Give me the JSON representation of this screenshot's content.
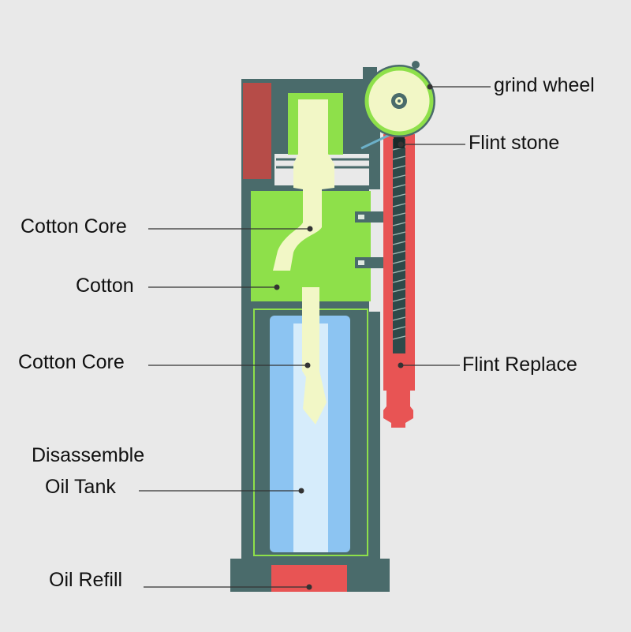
{
  "labels": {
    "grind_wheel": "grind wheel",
    "flint_stone": "Flint stone",
    "cotton_core_top": "Cotton Core",
    "cotton": "Cotton",
    "cotton_core_bottom": "Cotton Core",
    "flint_replace": "Flint Replace",
    "disassemble": "Disassemble",
    "oil_tank": "Oil Tank",
    "oil_refill": "Oil Refill"
  },
  "colors": {
    "background": "#e9e9e9",
    "casing": "#4a6b6b",
    "cotton_green": "#8ee04a",
    "wick_cream": "#f2f7c6",
    "flint_red": "#e85454",
    "tank_blue": "#8cc4f2",
    "tank_light": "#d6ecfb",
    "leader_line": "#333333"
  }
}
